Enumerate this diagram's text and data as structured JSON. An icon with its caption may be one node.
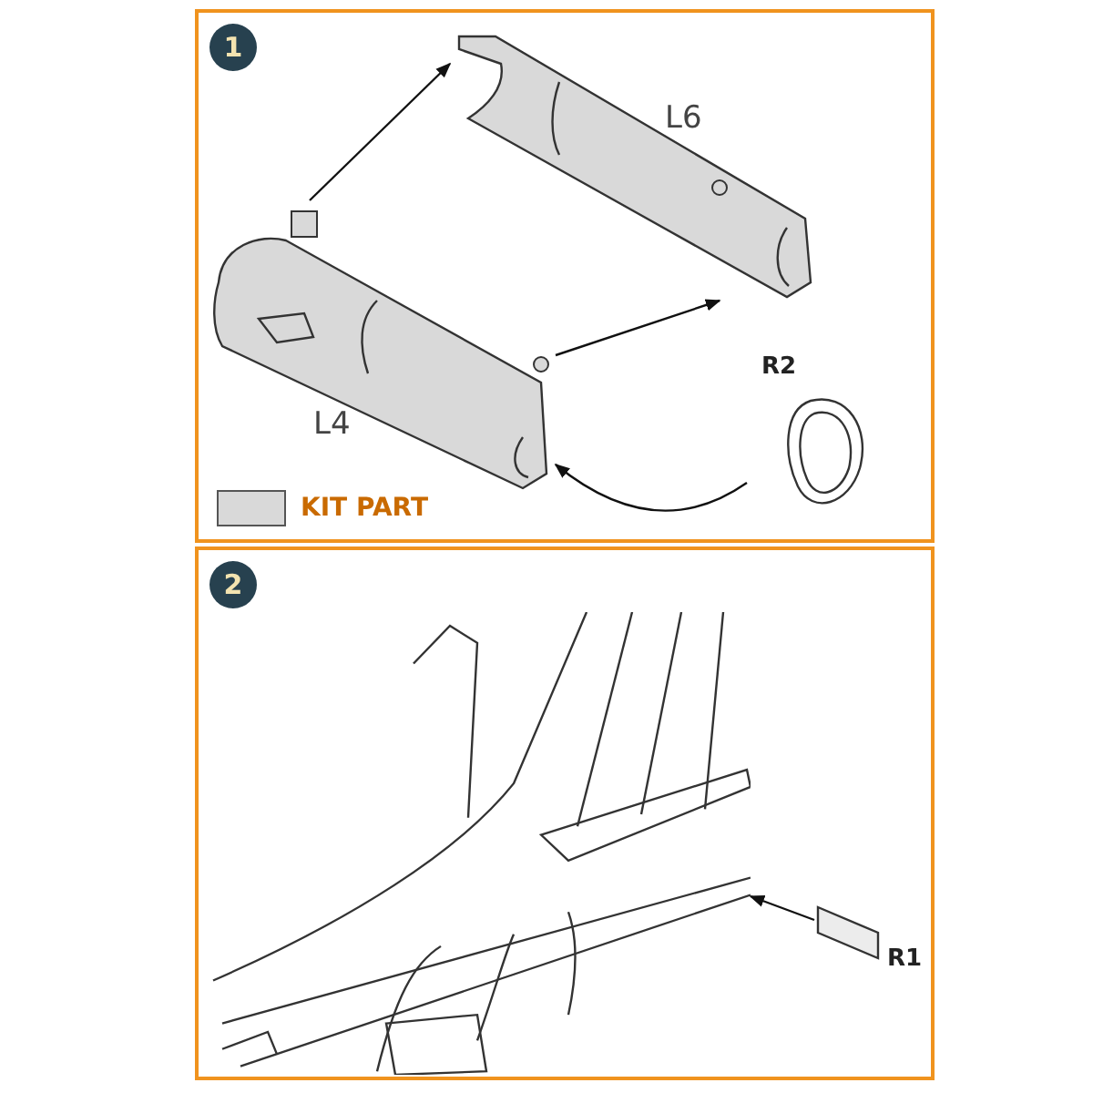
{
  "diagram": {
    "nodes": [
      {
        "text": [
          "1"
        ]
      },
      {
        "text": [
          "L4"
        ],
        "in": 0
      },
      {
        "text": [
          "L6"
        ],
        "in": 0
      },
      {
        "text": [
          "R2"
        ],
        "in": 0
      },
      {
        "text": [
          "2"
        ]
      },
      {
        "text": [],
        "shape": "picture",
        "in": 4
      },
      {
        "text": [
          "R1"
        ],
        "in": 4
      }
    ],
    "edges": [
      {
        "from": 1,
        "to": 2,
        "arrow": "to"
      },
      {
        "from": 1,
        "to": 2,
        "arrow": "to"
      },
      {
        "from": 3,
        "to": 1,
        "arrow": "to"
      },
      {
        "from": 6,
        "to": 5,
        "arrow": "to"
      }
    ],
    "legend": [
      {
        "text": "KIT PART",
        "color": "#d9d9d9"
      }
    ]
  }
}
